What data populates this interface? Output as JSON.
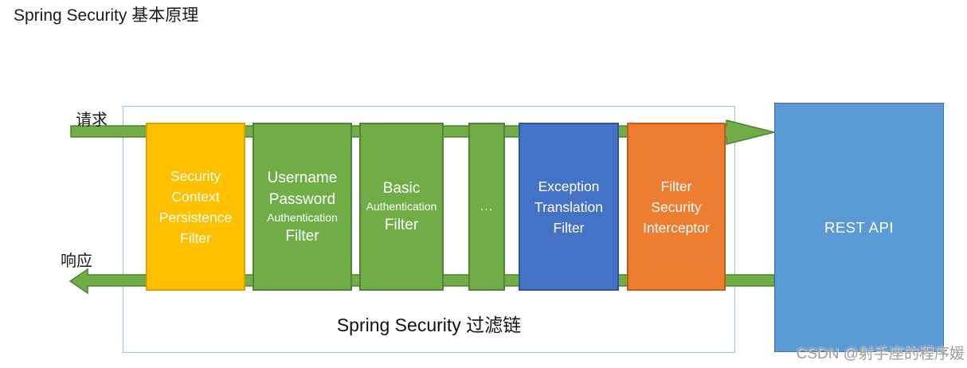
{
  "title": "Spring Security 基本原理",
  "diagram": {
    "request_label": "请求",
    "response_label": "响应",
    "chain_label": "Spring Security 过滤链",
    "rest_api_label": "REST API",
    "filters": [
      {
        "name": "security-context-persistence-filter",
        "lines": [
          "Security",
          "Context",
          "Persistence",
          "Filter"
        ],
        "fill": "#FFC000",
        "border": "#D6A300"
      },
      {
        "name": "username-password-authentication-filter",
        "lines": [
          "Username",
          "Password",
          "Authentication",
          "Filter"
        ],
        "fill": "#70AD47",
        "border": "#538135"
      },
      {
        "name": "basic-authentication-filter",
        "lines": [
          "Basic",
          "Authentication",
          "Filter"
        ],
        "fill": "#70AD47",
        "border": "#538135"
      },
      {
        "name": "ellipsis-filter",
        "lines": [
          "..."
        ],
        "fill": "#70AD47",
        "border": "#538135"
      },
      {
        "name": "exception-translation-filter",
        "lines": [
          "Exception",
          "Translation",
          "Filter"
        ],
        "fill": "#4472C4",
        "border": "#2F5597"
      },
      {
        "name": "filter-security-interceptor",
        "lines": [
          "Filter",
          "Security",
          "Interceptor"
        ],
        "fill": "#ED7D31",
        "border": "#C55A11"
      }
    ],
    "colors": {
      "arrow_fill": "#70AD47",
      "arrow_stroke": "#538135",
      "frame_border": "#9DC3E6",
      "rest_api_fill": "#5B9BD5",
      "rest_api_border": "#41719C",
      "box_text": "#FFFFFF"
    }
  },
  "watermark": "CSDN @射手座的程序媛"
}
